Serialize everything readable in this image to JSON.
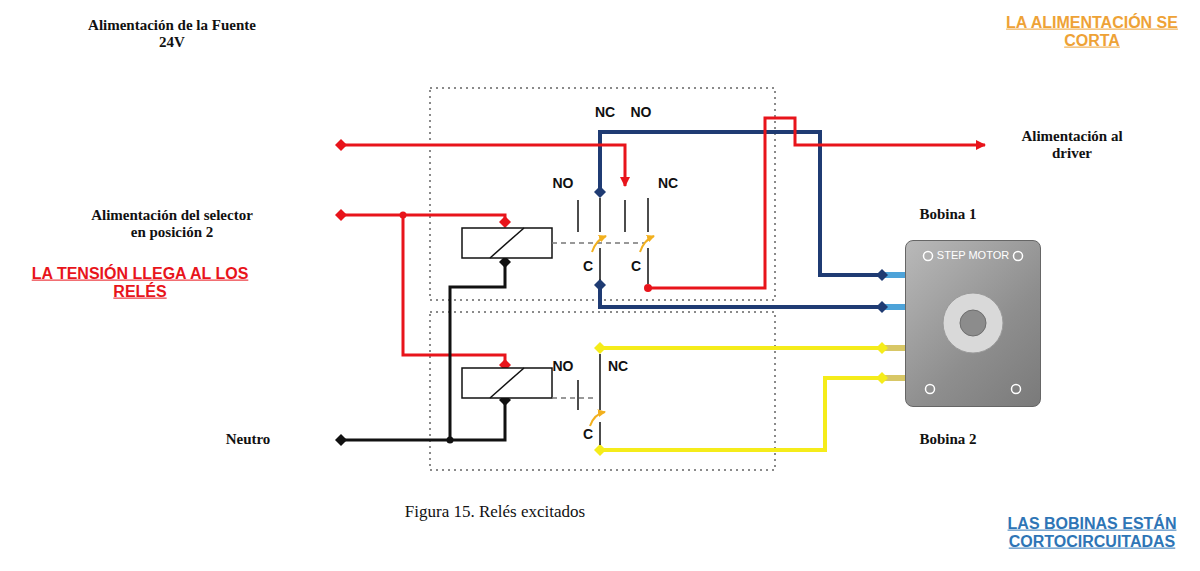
{
  "diagram": {
    "caption": "Figura 15. Relés excitados",
    "nodes": [
      {
        "text": [
          "STEP MOTOR"
        ]
      }
    ],
    "labels": [
      "LA ALIMENTACIÓN SE CORTA",
      "Alimentación de la Fuente 24V",
      "NC",
      "NO",
      "Alimentación al driver",
      "Alimentación del selector en posición 2",
      "NO",
      "NC",
      "Bobina 1",
      "LA TENSIÓN LLEGA AL LOS RELÉS",
      "C",
      "C",
      "NO",
      "NC",
      "C",
      "Neutro",
      "Bobina 2",
      "LAS BOBINAS ESTÁN CORTOCIRCUITADAS"
    ]
  }
}
